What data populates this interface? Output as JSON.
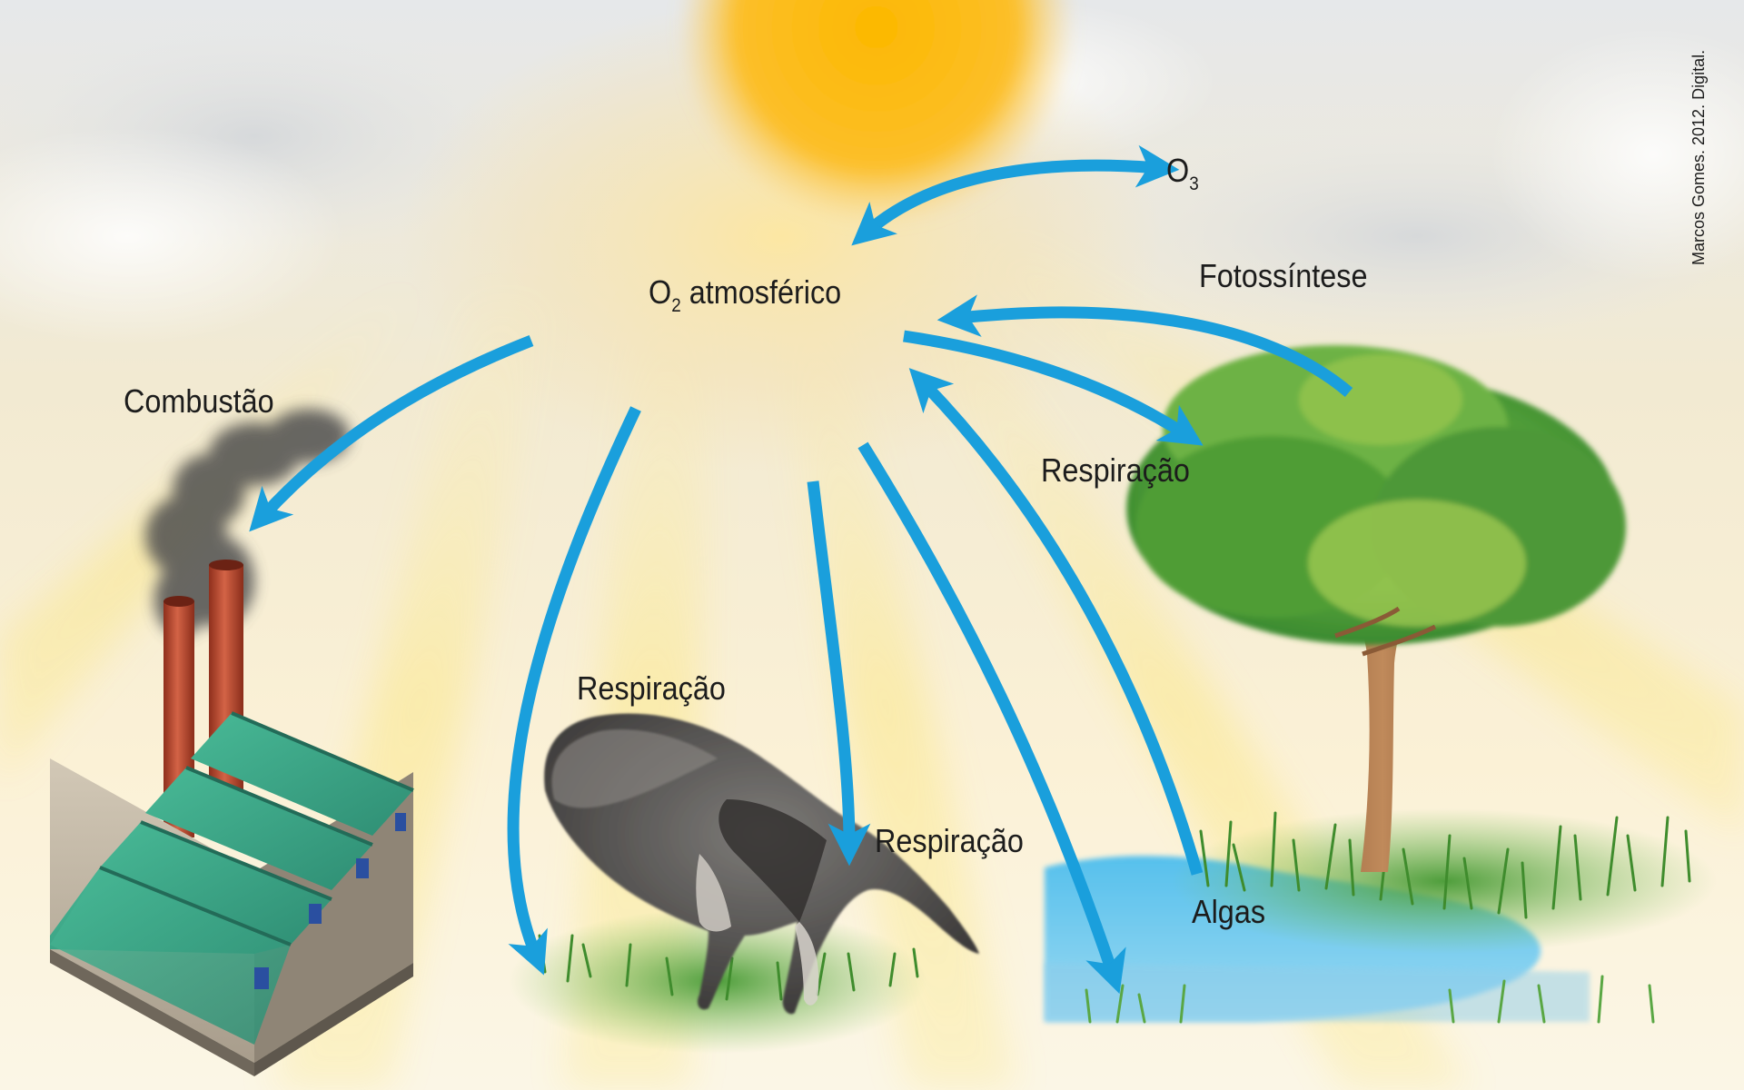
{
  "labels": {
    "o2_main": "O",
    "o2_sub": "2",
    "o2_rest": " atmosférico",
    "o3_main": "O",
    "o3_sub": "3",
    "fotossintese": "Fotossíntese",
    "combustao": "Combustão",
    "respiracao_tree": "Respiração",
    "respiracao_left": "Respiração",
    "respiracao_anteater": "Respiração",
    "algas": "Algas"
  },
  "credit": "Marcos Gomes. 2012. Digital.",
  "colors": {
    "arrow": "#1a9fdc",
    "sun": "#f9b400",
    "sky_top": "#e9ecef",
    "water": "#5bc2ec",
    "leaf": "#4b9a38",
    "roof": "#3fae8e",
    "chimney": "#b3432a",
    "smoke": "#555555"
  },
  "icons": [
    "sun-icon",
    "factory-icon",
    "anteater-icon",
    "tree-icon",
    "water-icon"
  ]
}
